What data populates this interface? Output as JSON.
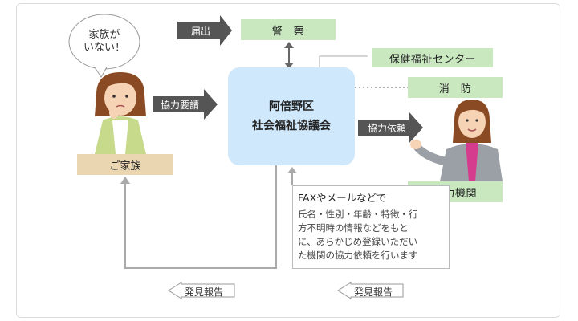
{
  "bubble": {
    "line1": "家族が",
    "line2": "いない！"
  },
  "labels": {
    "family": "ご家族",
    "police": "警　察",
    "health_center": "保健福祉センター",
    "fire": "消　防",
    "partner": "協力機関"
  },
  "council": {
    "line1": "阿倍野区",
    "line2": "社会福祉協議会"
  },
  "arrows": {
    "notify": "届出",
    "cooperation_request": "協力要請",
    "cooperation_ask": "協力依頼",
    "discovery_report_left": "発見報告",
    "discovery_report_right": "発見報告"
  },
  "note": {
    "heading": "FAXやメールなどで",
    "line1": "氏名・性別・年齢・特徴・行",
    "line2": "方不明時の情報などをもと",
    "line3": "に、あらかじめ登録いただい",
    "line4": "た機関の協力依頼を行います"
  },
  "colors": {
    "green": "#c9e8c0",
    "tan": "#ead7b2",
    "council_blue": "#cfe8fb",
    "arrow_gray": "#555555",
    "line_gray": "#aaaaaa"
  }
}
